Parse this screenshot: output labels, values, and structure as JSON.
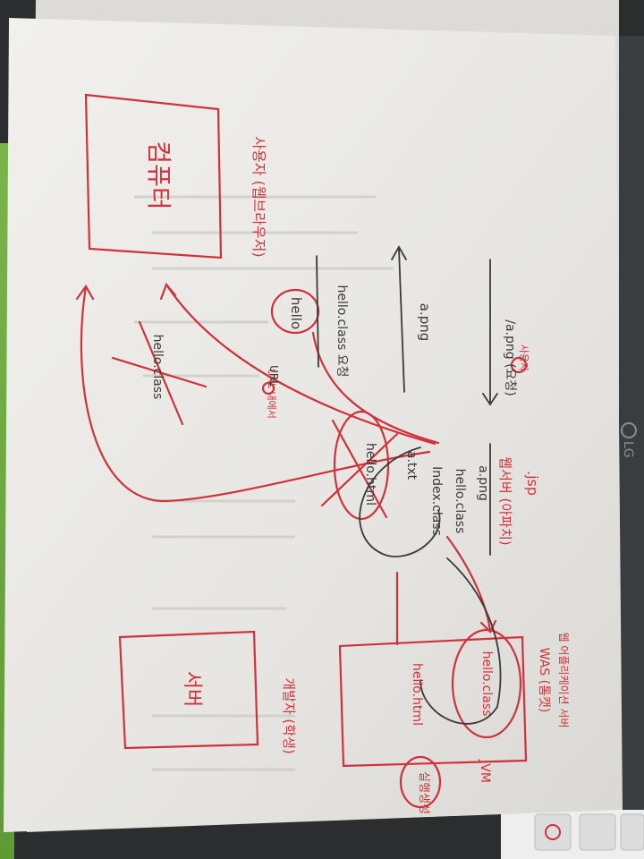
{
  "photo": {
    "brand_logo": "LG",
    "notes": {
      "user": "사용자",
      "user_browser": "사용자 (웹브라우저)",
      "request_a_png": "/a.png (요청)",
      "url": "URL",
      "url_hello": "URL 내에서",
      "a_png": "a.png",
      "hello": "hello",
      "hello_class_request": "hello.class 요청",
      "hello_class_x": "hello.class",
      "resource_server": "웹서버 (아파치)",
      "jsp": ".jsp",
      "file_a_png": "a.png",
      "file_hello_class": "hello.class",
      "file_index_class": "Index.class",
      "file_a_txt": "a.txt",
      "file_hello_html": "hello.html",
      "was_title": "WAS (톰캣)",
      "was_sub": "웹 어플리케이션 서버",
      "was_hello_class": "hello.class",
      "was_hello_html": "hello.html",
      "jvm": "JVM",
      "execute": "실행",
      "developer": "개발자 (학생)",
      "computer": "컴퓨터",
      "server_box": "서버",
      "generate": "생성"
    },
    "colors": {
      "paper": "#e9e8e4",
      "red_ink": "#d0323b",
      "black_ink": "#3a3a3a",
      "laptop": "#2b2d2f"
    }
  }
}
